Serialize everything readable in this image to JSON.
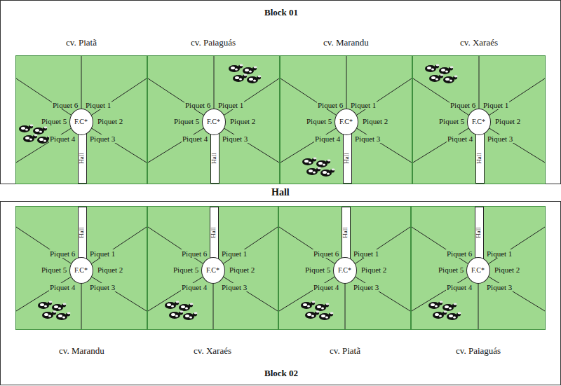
{
  "diagram": {
    "nodes": [
      {
        "text": [
          "Block 01"
        ]
      },
      {
        "text": [
          "cv. Piatã"
        ],
        "in": 0
      },
      {
        "text": [
          "F.C*"
        ],
        "in": 1
      },
      {
        "text": [
          "Hall"
        ],
        "in": 1
      },
      {
        "text": [
          "cv. Paiaguás"
        ],
        "in": 0
      },
      {
        "text": [
          "F.C*"
        ],
        "in": 4
      },
      {
        "text": [
          "Hall"
        ],
        "in": 4
      },
      {
        "text": [
          "cv. Marandu"
        ],
        "in": 0
      },
      {
        "text": [
          "F.C*"
        ],
        "in": 7
      },
      {
        "text": [
          "Hall"
        ],
        "in": 7
      },
      {
        "text": [
          "cv. Xaraés"
        ],
        "in": 0
      },
      {
        "text": [
          "F.C*"
        ],
        "in": 10
      },
      {
        "text": [
          "Hall"
        ],
        "in": 10
      },
      {
        "text": [
          "Block 02"
        ]
      },
      {
        "text": [
          "cv. Marandu"
        ],
        "in": 13
      },
      {
        "text": [
          "F.C*"
        ],
        "in": 14
      },
      {
        "text": [
          "Hall"
        ],
        "in": 14
      },
      {
        "text": [
          "cv. Xaraés"
        ],
        "in": 13
      },
      {
        "text": [
          "F.C*"
        ],
        "in": 17
      },
      {
        "text": [
          "Hall"
        ],
        "in": 17
      },
      {
        "text": [
          "cv. Piatã"
        ],
        "in": 13
      },
      {
        "text": [
          "F.C*"
        ],
        "in": 20
      },
      {
        "text": [
          "Hall"
        ],
        "in": 20
      },
      {
        "text": [
          "cv. Paiaguás"
        ],
        "in": 13
      },
      {
        "text": [
          "F.C*"
        ],
        "in": 23
      },
      {
        "text": [
          "Hall"
        ],
        "in": 23
      }
    ],
    "labels": [
      "Hall",
      "Piquet 1",
      "Piquet 2",
      "Piquet 3",
      "Piquet 4",
      "Piquet 5",
      "Piquet 6",
      "Piquet 1",
      "Piquet 2",
      "Piquet 3",
      "Piquet 4",
      "Piquet 5",
      "Piquet 6",
      "Piquet 1",
      "Piquet 2",
      "Piquet 3",
      "Piquet 4",
      "Piquet 5",
      "Piquet 6",
      "Piquet 1",
      "Piquet 2",
      "Piquet 3",
      "Piquet 4",
      "Piquet 5",
      "Piquet 6",
      "Piquet 1",
      "Piquet 2",
      "Piquet 3",
      "Piquet 4",
      "Piquet 5",
      "Piquet 6",
      "Piquet 1",
      "Piquet 2",
      "Piquet 3",
      "Piquet 4",
      "Piquet 5",
      "Piquet 6",
      "Piquet 1",
      "Piquet 2",
      "Piquet 3",
      "Piquet 4",
      "Piquet 5",
      "Piquet 6",
      "Piquet 1",
      "Piquet 2",
      "Piquet 3",
      "Piquet 4",
      "Piquet 5",
      "Piquet 6"
    ]
  }
}
